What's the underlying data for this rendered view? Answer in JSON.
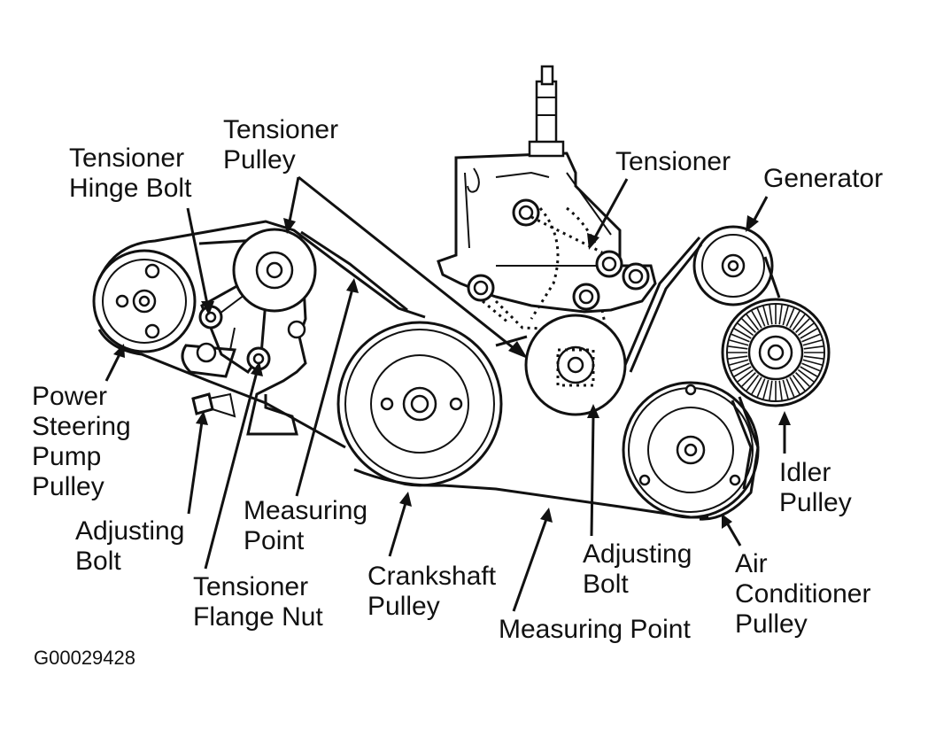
{
  "diagram": {
    "figure_id": "G00029428",
    "labels": {
      "tensioner_hinge_bolt": [
        "Tensioner",
        "Hinge Bolt"
      ],
      "tensioner_pulley": [
        "Tensioner",
        "Pulley"
      ],
      "tensioner": [
        "Tensioner"
      ],
      "generator": [
        "Generator"
      ],
      "power_steering_pump_pulley": [
        "Power",
        "Steering",
        "Pump",
        "Pulley"
      ],
      "adjusting_bolt_left": [
        "Adjusting",
        "Bolt"
      ],
      "tensioner_flange_nut": [
        "Tensioner",
        "Flange Nut"
      ],
      "measuring_point_upper": [
        "Measuring",
        "Point"
      ],
      "crankshaft_pulley": [
        "Crankshaft",
        "Pulley"
      ],
      "measuring_point_lower": [
        "Measuring Point"
      ],
      "adjusting_bolt_right": [
        "Adjusting",
        "Bolt"
      ],
      "idler_pulley": [
        "Idler",
        "Pulley"
      ],
      "air_conditioner_pulley": [
        "Air",
        "Conditioner",
        "Pulley"
      ]
    }
  }
}
